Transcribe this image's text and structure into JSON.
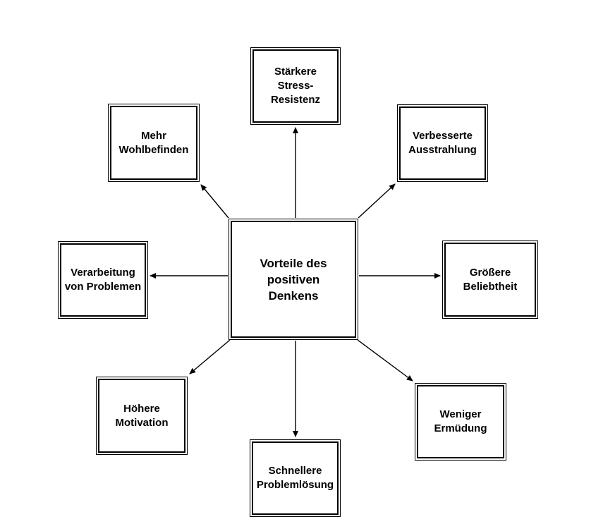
{
  "diagram": {
    "type": "radial-mind-map",
    "colors": {
      "background": "#ffffff",
      "box_border": "#000000",
      "arrow": "#000000",
      "text": "#000000"
    },
    "center": {
      "id": "vorteile-des-positiven-denkens",
      "label": "Vorteile des\npositiven\nDenkens"
    },
    "nodes": [
      {
        "id": "staerkere-stress-resistenz",
        "position": "top",
        "label": "Stärkere\nStress-\nResistenz"
      },
      {
        "id": "verbesserte-ausstrahlung",
        "position": "top-right",
        "label": "Verbesserte\nAusstrahlung"
      },
      {
        "id": "groessere-beliebtheit",
        "position": "right",
        "label": "Größere\nBeliebtheit"
      },
      {
        "id": "weniger-ermuedung",
        "position": "bottom-right",
        "label": "Weniger\nErmüdung"
      },
      {
        "id": "schnellere-problemloesung",
        "position": "bottom",
        "label": "Schnellere\nProblemlösung"
      },
      {
        "id": "hoehere-motivation",
        "position": "bottom-left",
        "label": "Höhere\nMotivation"
      },
      {
        "id": "verarbeitung-von-problemen",
        "position": "left",
        "label": "Verarbeitung\nvon Problemen"
      },
      {
        "id": "mehr-wohlbefinden",
        "position": "top-left",
        "label": "Mehr\nWohlbefinden"
      }
    ],
    "edges": [
      {
        "from": "vorteile-des-positiven-denkens",
        "to": "staerkere-stress-resistenz"
      },
      {
        "from": "vorteile-des-positiven-denkens",
        "to": "verbesserte-ausstrahlung"
      },
      {
        "from": "vorteile-des-positiven-denkens",
        "to": "groessere-beliebtheit"
      },
      {
        "from": "vorteile-des-positiven-denkens",
        "to": "weniger-ermuedung"
      },
      {
        "from": "vorteile-des-positiven-denkens",
        "to": "schnellere-problemloesung"
      },
      {
        "from": "vorteile-des-positiven-denkens",
        "to": "hoehere-motivation"
      },
      {
        "from": "vorteile-des-positiven-denkens",
        "to": "verarbeitung-von-problemen"
      },
      {
        "from": "vorteile-des-positiven-denkens",
        "to": "mehr-wohlbefinden"
      }
    ]
  }
}
